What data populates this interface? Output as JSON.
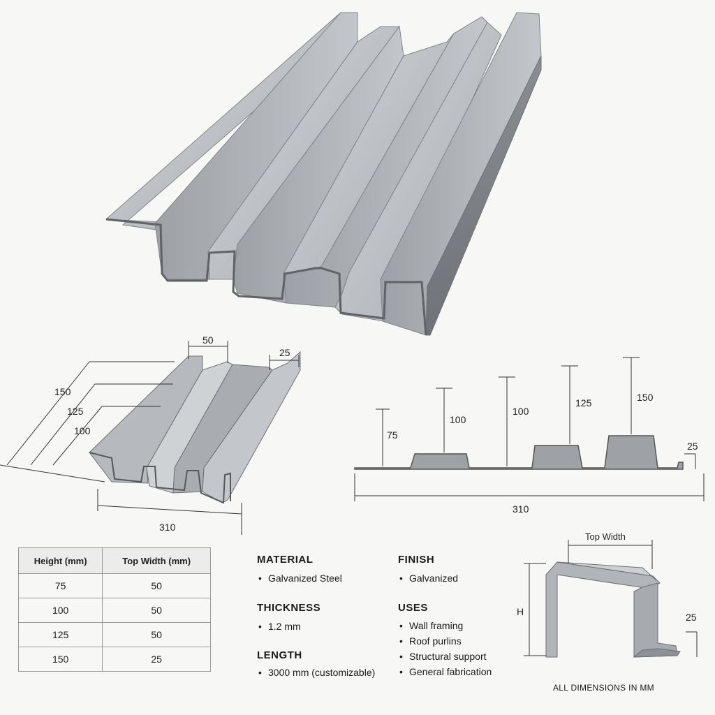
{
  "hero": {
    "image": "galvanized-stepped-profile-panel"
  },
  "iso_diagram": {
    "dims": [
      "150",
      "125",
      "100",
      "50",
      "25",
      "310"
    ]
  },
  "profile_section": {
    "dims": [
      "75",
      "100",
      "100",
      "125",
      "150",
      "25",
      "310"
    ]
  },
  "table": {
    "headers": [
      "Height (mm)",
      "Top Width (mm)"
    ],
    "rows": [
      [
        "75",
        "50"
      ],
      [
        "100",
        "50"
      ],
      [
        "125",
        "50"
      ],
      [
        "150",
        "25"
      ]
    ]
  },
  "specs": {
    "material": {
      "title": "MATERIAL",
      "items": [
        "Galvanized Steel"
      ]
    },
    "thickness": {
      "title": "THICKNESS",
      "items": [
        "1.2 mm"
      ]
    },
    "length": {
      "title": "LENGTH",
      "items": [
        "3000 mm (customizable)"
      ]
    },
    "finish": {
      "title": "FINISH",
      "items": [
        "Galvanized"
      ]
    },
    "uses": {
      "title": "USES",
      "items": [
        "Wall framing",
        "Roof purlins",
        "Structural support",
        "General fabrication"
      ]
    }
  },
  "channel_detail": {
    "top_width": "Top Width",
    "height": "H",
    "flange": "25"
  },
  "note": "ALL DIMENSIONS IN MM",
  "colors": {
    "steel_light": "#c9ccd0",
    "steel_mid": "#a9adb2",
    "steel_dark": "#7e8287",
    "line": "#333333"
  }
}
